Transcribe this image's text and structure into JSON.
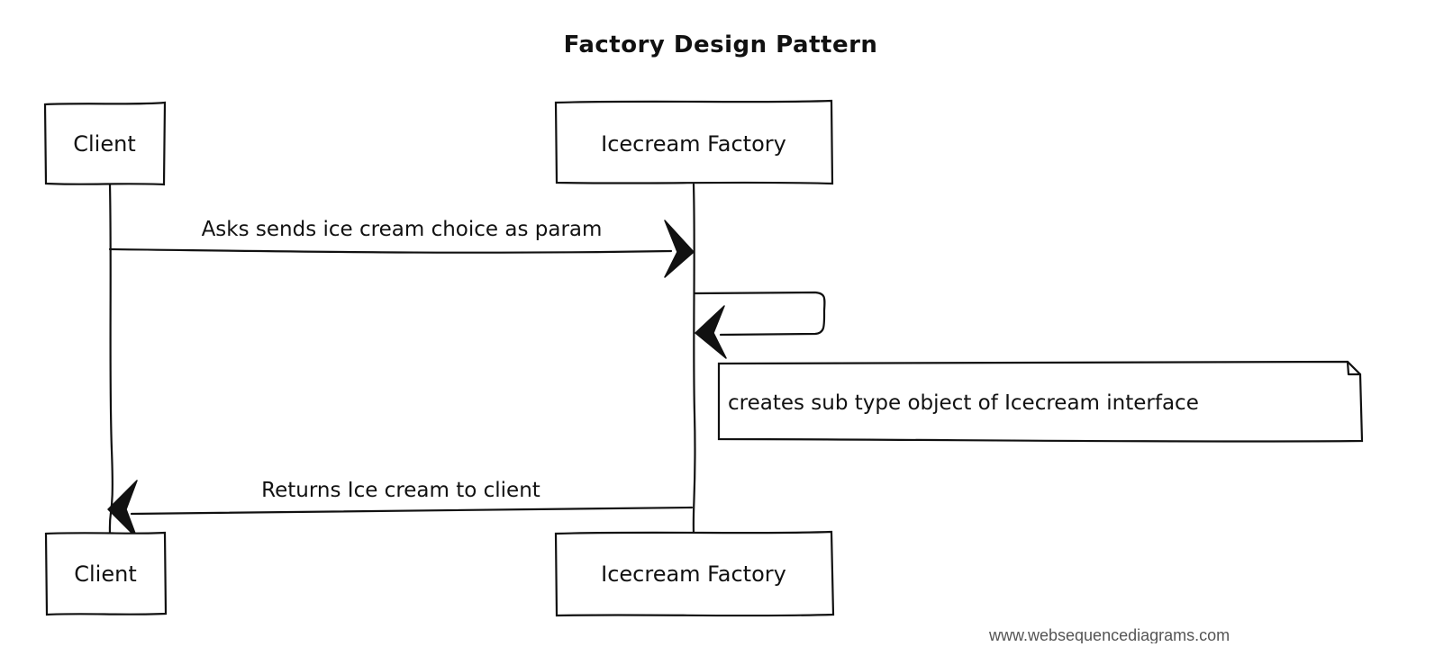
{
  "diagram": {
    "title": "Factory Design Pattern",
    "participants": [
      {
        "id": "client",
        "label": "Client"
      },
      {
        "id": "factory",
        "label": "Icecream Factory"
      }
    ],
    "messages": [
      {
        "from": "client",
        "to": "factory",
        "label": "Asks sends ice cream choice as param"
      },
      {
        "from": "factory",
        "to": "factory",
        "label": ""
      },
      {
        "from": "factory",
        "to": "client",
        "label": "Returns Ice cream to client"
      }
    ],
    "note": {
      "participant": "factory",
      "position": "right",
      "text": "creates sub type object of Icecream interface"
    },
    "watermark": "www.websequencediagrams.com"
  }
}
